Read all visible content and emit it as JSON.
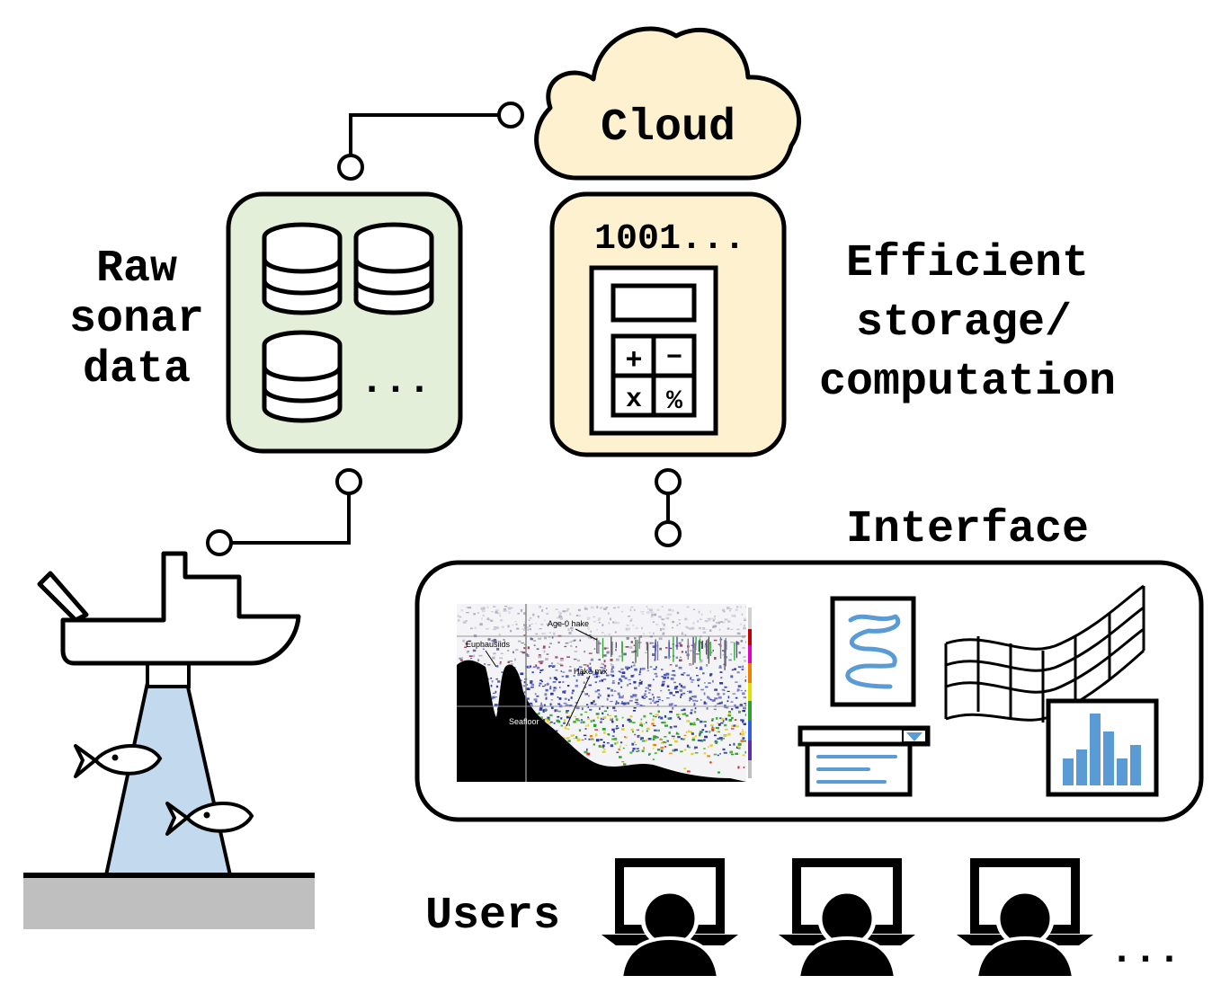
{
  "labels": {
    "cloud": "Cloud",
    "raw_sonar": [
      "Raw",
      "sonar",
      "data"
    ],
    "binary": "1001...",
    "efficient": [
      "Efficient",
      "storage/",
      "computation"
    ],
    "interface": "Interface",
    "users": "Users",
    "storage_more": "...",
    "users_more": "..."
  },
  "calculator": {
    "keys": [
      "+",
      "−",
      "x",
      "%"
    ]
  },
  "echogram": {
    "annotations": {
      "age0": "Age-0 hake",
      "euphausiids": "Euphausiids",
      "hake_mix": "Hake mix",
      "seafloor": "Seafloor"
    }
  },
  "bar_chart": {
    "values": [
      3,
      4,
      8,
      6,
      3,
      4.5
    ]
  },
  "colors": {
    "green_panel": "#e3efd9",
    "cream_panel": "#fdf1cf",
    "cloud_fill": "#fdf1cf",
    "beam": "#c3d9ee",
    "seafloor": "#bfbfbf",
    "accent_blue": "#5b9bd5"
  }
}
